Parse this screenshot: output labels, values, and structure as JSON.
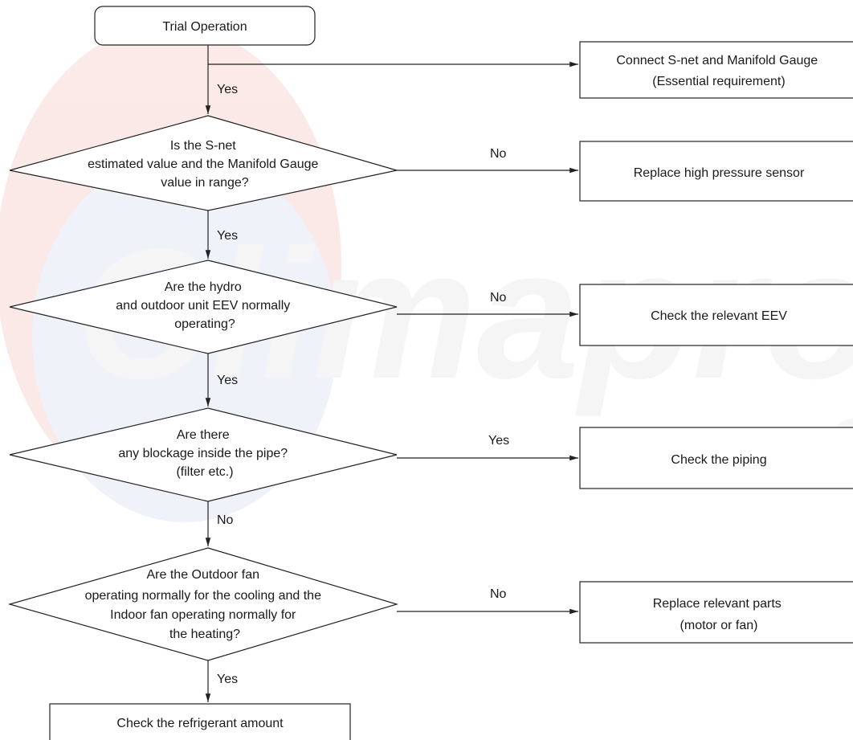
{
  "watermark": {
    "text": "Climaproyect",
    "suffix": ".c"
  },
  "start": {
    "label": "Trial Operation"
  },
  "decisions": [
    {
      "lines": [
        "Is the S-net",
        "estimated value and the Manifold Gauge",
        "value in range?"
      ],
      "side_label": "No",
      "down_label": "Yes"
    },
    {
      "lines": [
        "Are the hydro",
        "and outdoor unit EEV normally",
        "operating?"
      ],
      "side_label": "No",
      "down_label": "Yes"
    },
    {
      "lines": [
        "Are there",
        "any blockage inside the pipe?",
        "(filter etc.)"
      ],
      "side_label": "Yes",
      "down_label": "No"
    },
    {
      "lines": [
        "Are the Outdoor fan",
        "operating normally for the cooling and the",
        "Indoor fan operating normally for",
        "the heating?"
      ],
      "side_label": "No",
      "down_label": "Yes"
    }
  ],
  "first_down_label": "Yes",
  "actions": [
    {
      "lines": [
        "Connect S-net and Manifold Gauge",
        "(Essential requirement)"
      ]
    },
    {
      "lines": [
        "Replace high pressure sensor"
      ]
    },
    {
      "lines": [
        "Check the relevant EEV"
      ]
    },
    {
      "lines": [
        "Check the piping"
      ]
    },
    {
      "lines": [
        "Replace relevant parts",
        "(motor or fan)"
      ]
    }
  ],
  "end": {
    "label": "Check the refrigerant amount"
  },
  "colors": {
    "stroke": "#222222",
    "watermark_red": "#e05a4f",
    "watermark_grey": "#e9e9e9",
    "watermark_blue": "#7c8fc4"
  }
}
